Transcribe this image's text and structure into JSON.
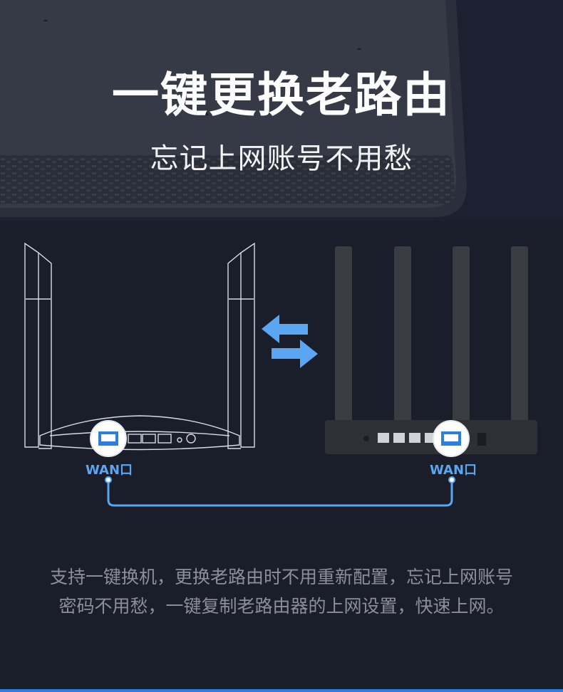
{
  "title": "一键更换老路由",
  "subtitle": "忘记上网账号不用愁",
  "ports": {
    "left_wan": "WAN口",
    "right_wan": "WAN口"
  },
  "description": {
    "line1": "支持一键换机，更换老路由时不用重新配置，忘记上网账号",
    "line2": "密码不用愁，一键复制老路由器的上网设置，快速上网。"
  },
  "colors": {
    "background": "#1a1e2a",
    "accent": "#5aa6f2",
    "title": "#ffffff",
    "description": "#8c8f98"
  }
}
